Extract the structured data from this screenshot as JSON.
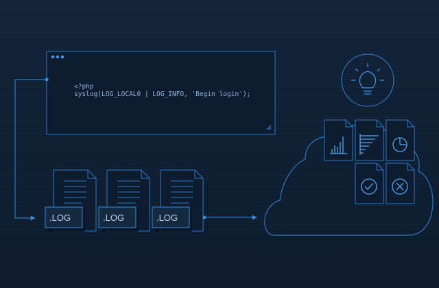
{
  "code_editor": {
    "lines": [
      "<?php",
      "syslog(LOG_LOCAL0 | LOG_INFO, 'Begin login');"
    ]
  },
  "log_files": [
    {
      "label": ".LOG"
    },
    {
      "label": ".LOG"
    },
    {
      "label": ".LOG"
    }
  ],
  "cloud": {
    "report_icons": [
      "lightbulb-icon",
      "bar-chart-icon",
      "horizontal-bar-chart-icon",
      "pie-chart-icon",
      "check-circle-icon",
      "x-circle-icon"
    ]
  },
  "colors": {
    "background": "#10213a",
    "line": "#2f8ee0",
    "line_dim": "#1f5f99",
    "panel": "#0e1c30"
  }
}
